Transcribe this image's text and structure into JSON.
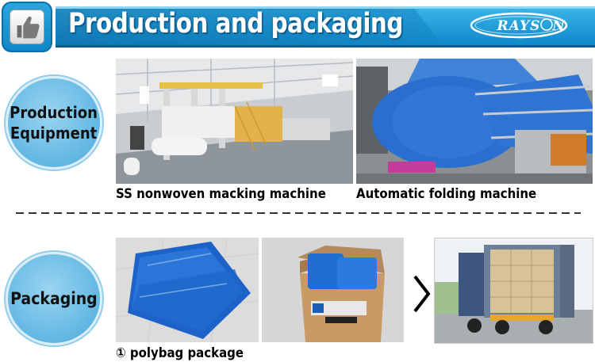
{
  "header": {
    "title": "Production and packaging",
    "logo_text": "RAYSON",
    "icon": "thumbs-up-icon"
  },
  "sections": {
    "production": {
      "label_line1": "Production",
      "label_line2": "Equipment"
    },
    "packaging": {
      "label": "Packaging"
    }
  },
  "captions": {
    "factory": "SS nonwoven macking machine",
    "folding": "Automatic folding machine",
    "polybag": "① polybag package"
  },
  "colors": {
    "banner_blue": "#1a9ad6",
    "circle_blue": "#6dbde6",
    "fabric_blue": "#1f6fd1"
  },
  "icons": {
    "next": "chevron-right-icon"
  }
}
